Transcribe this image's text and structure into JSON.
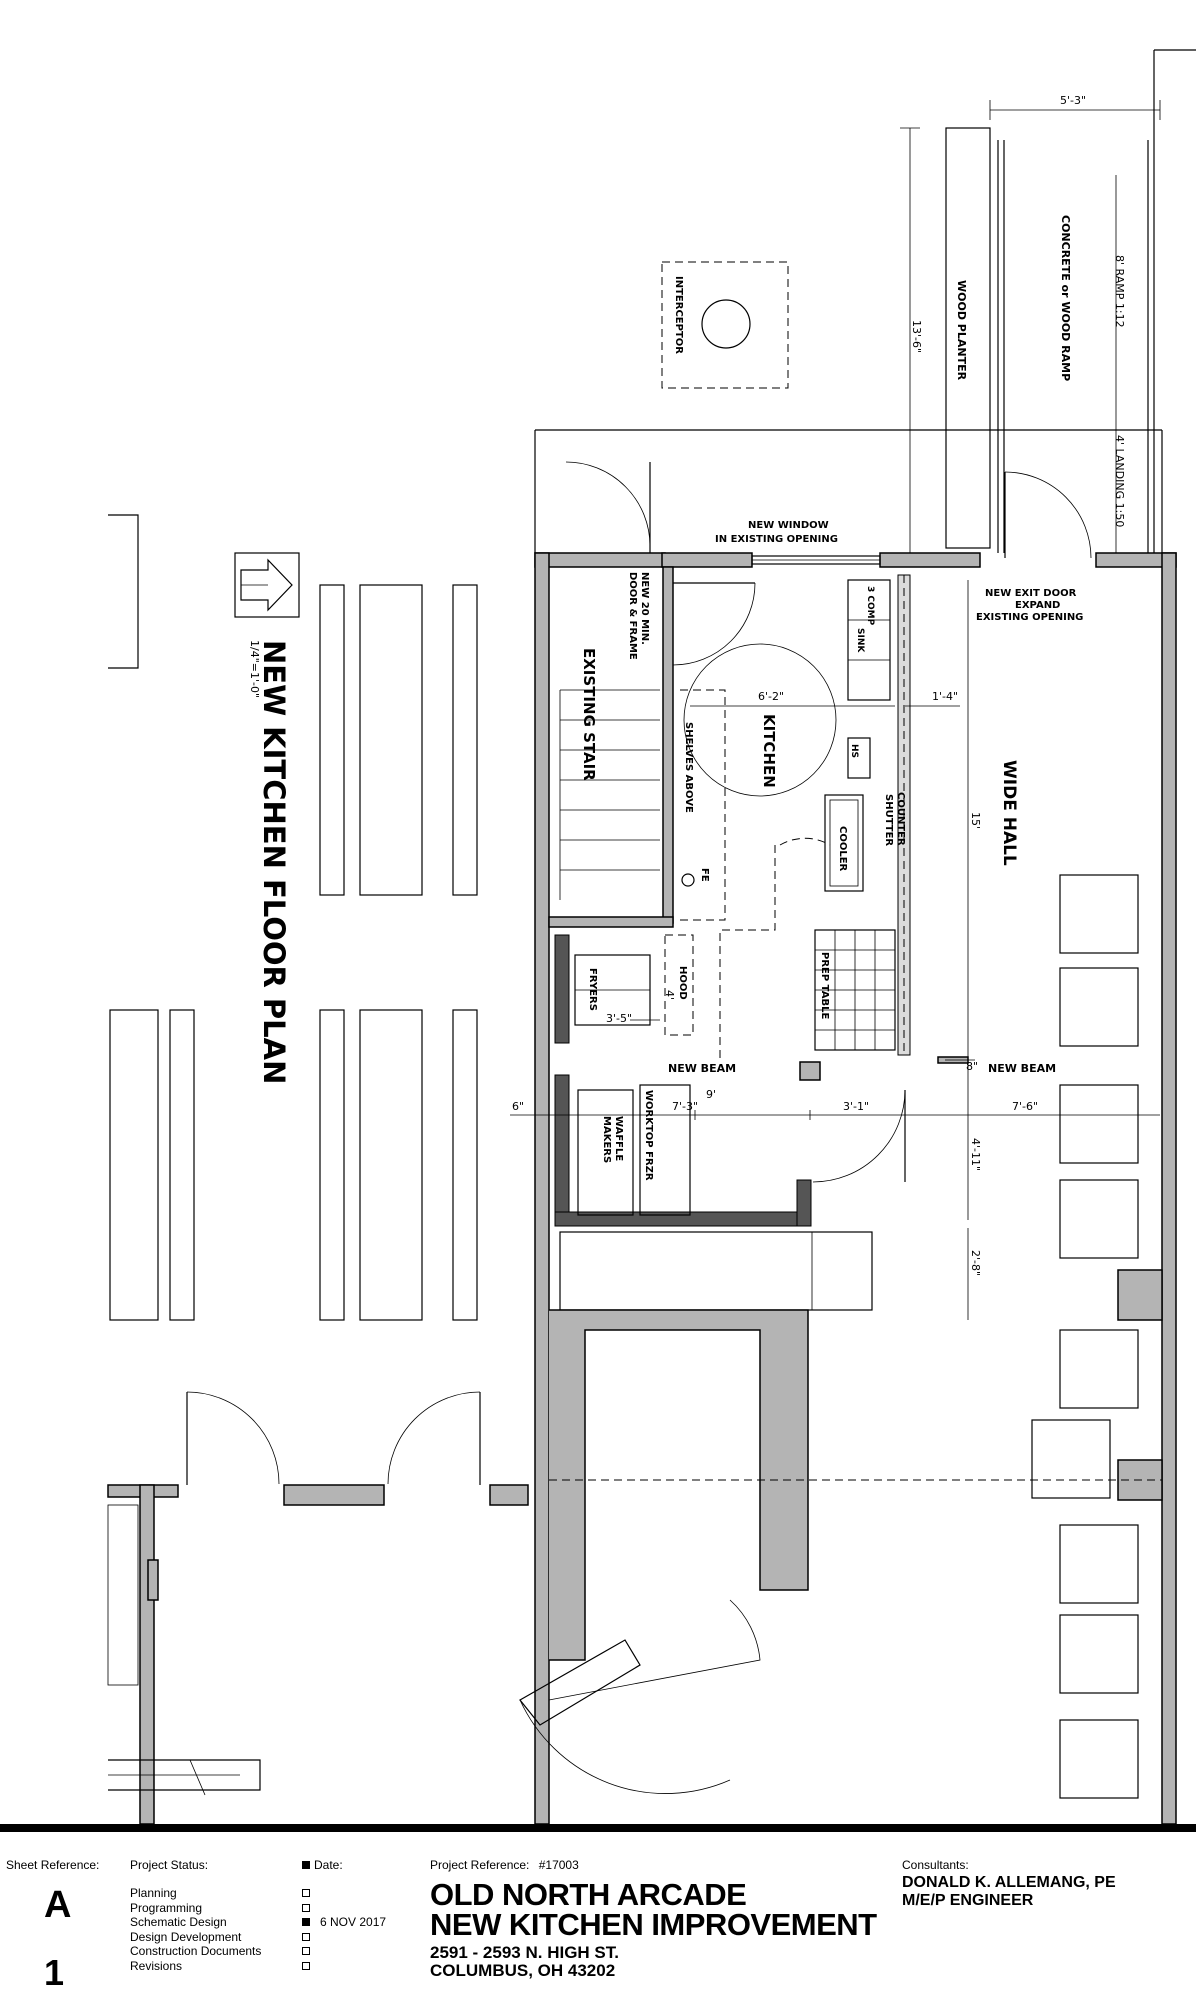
{
  "drawing": {
    "title": "NEW KITCHEN FLOOR PLAN",
    "scale": "1/4\"=1'-0\"",
    "rooms": {
      "kitchen": "KITCHEN",
      "wide_hall": "WIDE HALL",
      "existing_stair": "EXISTING STAIR"
    },
    "labels": {
      "interceptor": "INTERCEPTOR",
      "wood_planter": "WOOD PLANTER",
      "ramp": "CONCRETE or WOOD RAMP",
      "ramp_slope": "8' RAMP 1:12",
      "landing": "4' LANDING 1:50",
      "new_window": "NEW WINDOW",
      "new_window_2": "IN EXISTING OPENING",
      "new_door_1": "NEW 20 MIN.",
      "new_door_2": "DOOR & FRAME",
      "exit_door_1": "NEW EXIT DOOR",
      "exit_door_2": "EXPAND",
      "exit_door_3": "EXISTING OPENING",
      "shelves": "SHELVES ABOVE",
      "fe": "FE",
      "cooler": "COOLER",
      "counter_1": "COUNTER",
      "counter_2": "SHUTTER",
      "prep_table": "PREP TABLE",
      "three_comp_1": "3 COMP",
      "three_comp_2": "SINK",
      "hs": "HS",
      "hood": "HOOD",
      "fryers": "FRYERS",
      "new_beam_1": "NEW BEAM",
      "new_beam_2": "NEW BEAM",
      "worktop": "WORKTOP FRZR",
      "waffle_1": "WAFFLE",
      "waffle_2": "MAKERS"
    },
    "dimensions": {
      "d_5_3": "5'-3\"",
      "d_13_6": "13'-6\"",
      "d_6_2": "6'-2\"",
      "d_1_4": "1'-4\"",
      "d_15": "15'",
      "d_4": "4'",
      "d_3_5": "3'-5\"",
      "d_8in": "8\"",
      "d_9": "9'",
      "d_6in": "6\"",
      "d_7_3": "7'-3\"",
      "d_3_1": "3'-1\"",
      "d_7_6": "7'-6\"",
      "d_4_11": "4'-11\"",
      "d_2_8": "2'-8\""
    }
  },
  "title_block": {
    "sheet_reference_label": "Sheet Reference:",
    "sheet_letter": "A",
    "sheet_number": "1",
    "project_status_label": "Project Status:",
    "date_label": "Date:",
    "statuses": [
      {
        "label": "Planning",
        "checked": false,
        "date": ""
      },
      {
        "label": "Programming",
        "checked": false,
        "date": ""
      },
      {
        "label": "Schematic Design",
        "checked": true,
        "date": "6 NOV 2017"
      },
      {
        "label": "Design Development",
        "checked": false,
        "date": ""
      },
      {
        "label": "Construction Documents",
        "checked": false,
        "date": ""
      },
      {
        "label": "Revisions",
        "checked": false,
        "date": ""
      }
    ],
    "project_reference_label": "Project Reference:",
    "project_reference": "#17003",
    "project_line_1": "OLD NORTH ARCADE",
    "project_line_2": "NEW KITCHEN IMPROVEMENT",
    "address_line_1": "2591 - 2593 N. HIGH ST.",
    "address_line_2": "COLUMBUS, OH 43202",
    "consultants_label": "Consultants:",
    "consultant_name": "DONALD K. ALLEMANG, PE",
    "consultant_role": "M/E/P ENGINEER"
  }
}
